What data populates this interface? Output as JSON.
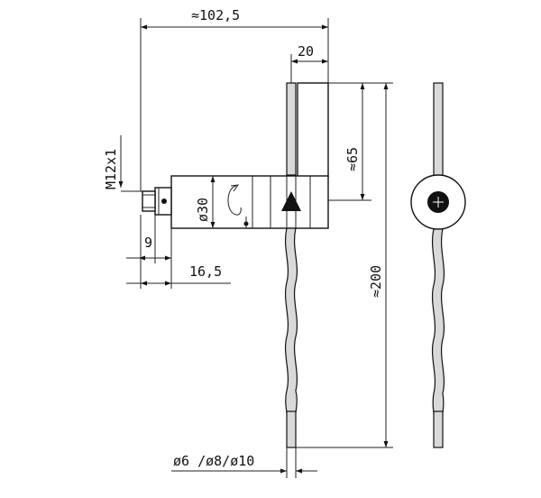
{
  "dimensions": {
    "overall_length": "≈102,5",
    "sensor_width": "20",
    "height_upper": "≈65",
    "thread": "M12x1",
    "housing_diameter": "ø30",
    "connector_length_a": "9",
    "connector_length_b": "16,5",
    "total_height": "≈200",
    "pipe_diameters": "ø6 /ø8/ø10"
  }
}
